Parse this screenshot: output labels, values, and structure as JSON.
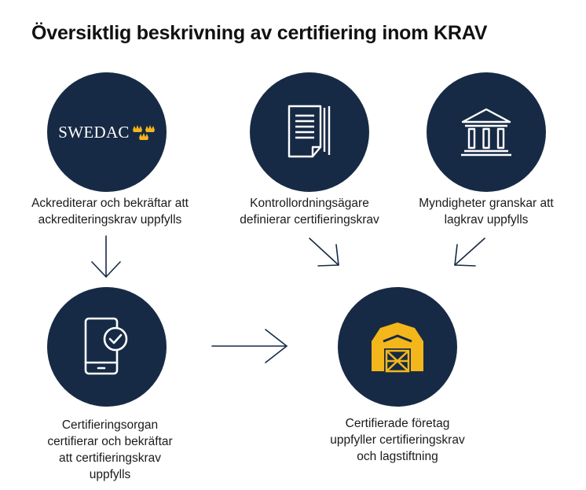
{
  "title": "Översiktlig beskrivning av certifiering inom KRAV",
  "nodes": {
    "swedac": {
      "logo_text": "SWEDAC",
      "icon": "three-crowns-icon",
      "caption": [
        "Ackrediterar och bekräftar att",
        "ackrediteringskrav uppfylls"
      ]
    },
    "kontrollordning": {
      "icon": "document-icon",
      "caption": [
        "Kontrollordningsägare",
        "definierar certifieringskrav"
      ]
    },
    "myndigheter": {
      "icon": "government-building-icon",
      "caption": [
        "Myndigheter granskar att",
        "lagkrav uppfylls"
      ]
    },
    "certifieringsorgan": {
      "icon": "phone-check-icon",
      "caption": [
        "Certifieringsorgan",
        "certifierar och bekräftar",
        "att certifieringskrav",
        "uppfylls"
      ]
    },
    "foretag": {
      "icon": "barn-icon",
      "caption": [
        "Certifierade företag",
        "uppfyller certifieringskrav",
        "och lagstiftning"
      ]
    }
  },
  "colors": {
    "circle": "#172a45",
    "icon_white": "#ffffff",
    "accent_gold": "#f3b71b",
    "arrow": "#172a45"
  }
}
